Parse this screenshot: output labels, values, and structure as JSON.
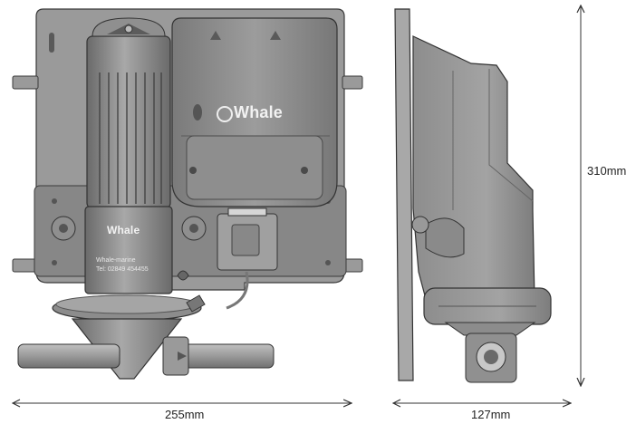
{
  "dimensions": {
    "width": "255mm",
    "depth": "127mm",
    "height": "310mm"
  },
  "front_view": {
    "panel_logo": "Whale",
    "pump_logo": "Whale",
    "pump_website": "Whale-marine",
    "pump_phone": "Tel: 02849 454455"
  },
  "colors": {
    "body": "#8a8a8a",
    "body_dark": "#6e6e6e",
    "body_light": "#b3b3b3",
    "backplate": "#9a9a9a",
    "line": "#333333",
    "dimension_line": "#333333"
  }
}
